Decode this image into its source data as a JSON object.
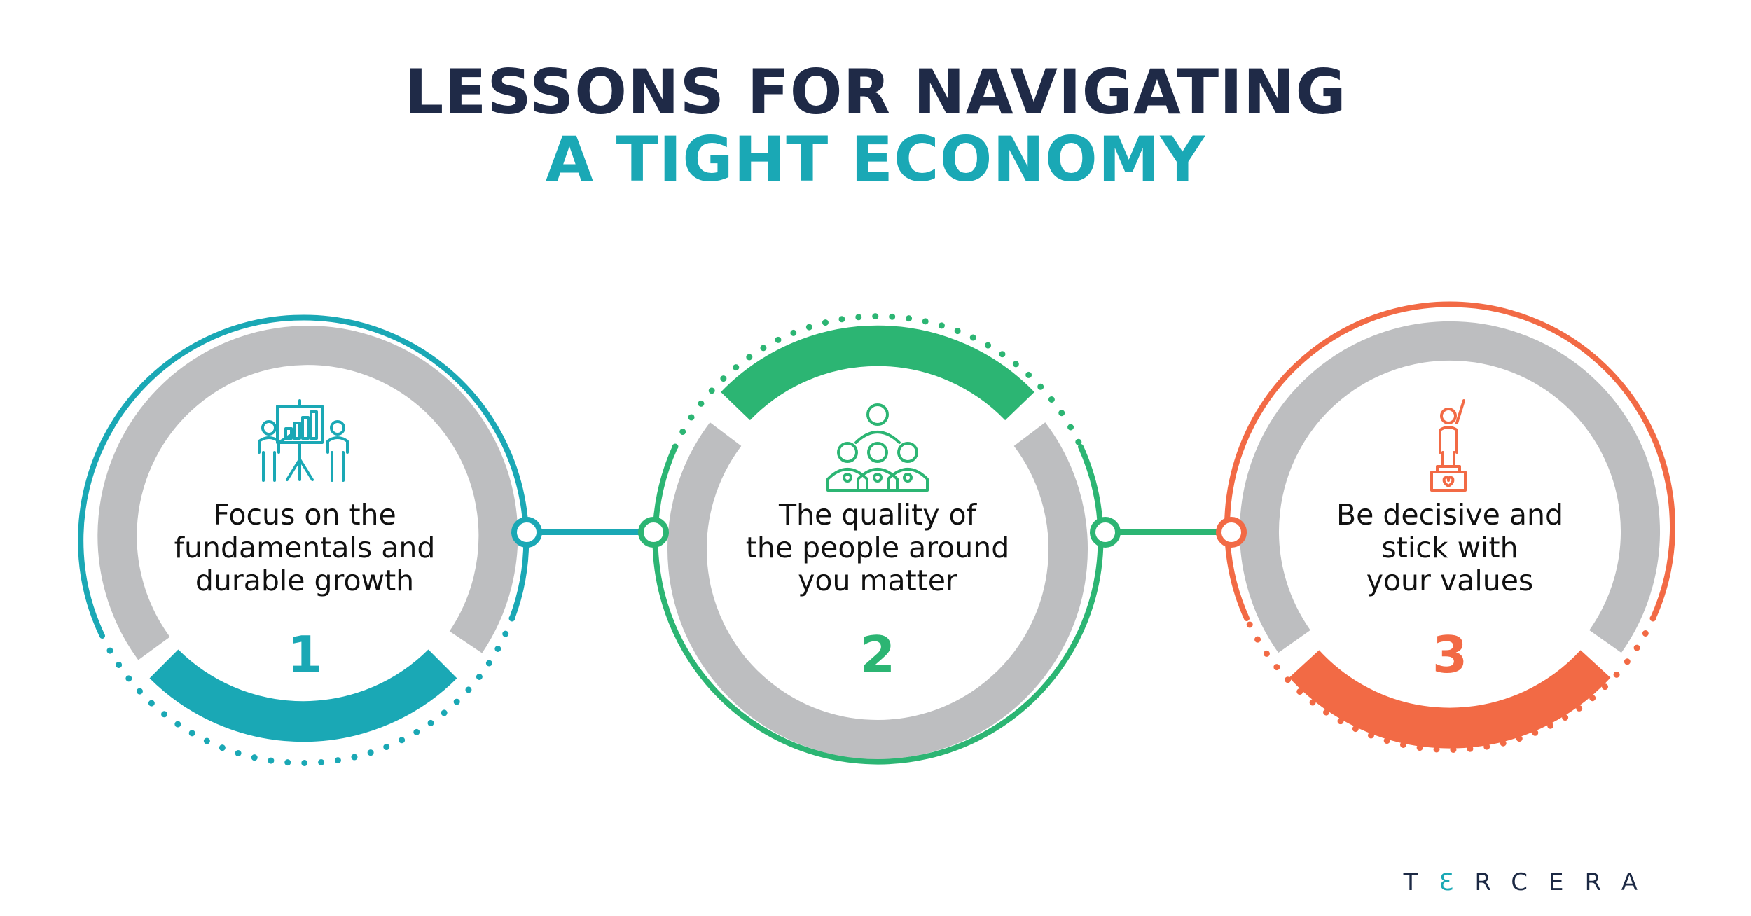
{
  "title": {
    "line1": "LESSONS FOR NAVIGATING",
    "line2": "A TIGHT ECONOMY",
    "line1_color": "#1f2a47",
    "line2_color": "#1aa8b5"
  },
  "cards": [
    {
      "number": "1",
      "text_lines": [
        "Focus on the",
        "fundamentals and",
        "durable growth"
      ],
      "icon": "presentation-growth-chart-icon",
      "color": "#1aa8b5"
    },
    {
      "number": "2",
      "text_lines": [
        "The quality of",
        "the people around",
        "you matter"
      ],
      "icon": "team-people-group-icon",
      "color": "#2cb573"
    },
    {
      "number": "3",
      "text_lines": [
        "Be decisive and",
        "stick with",
        "your values"
      ],
      "icon": "person-on-podium-icon",
      "color": "#f26a45"
    }
  ],
  "ring_gray": "#bdbec0",
  "brand": {
    "pre": "T",
    "mark": "Ɛ",
    "post": "RCERA"
  }
}
